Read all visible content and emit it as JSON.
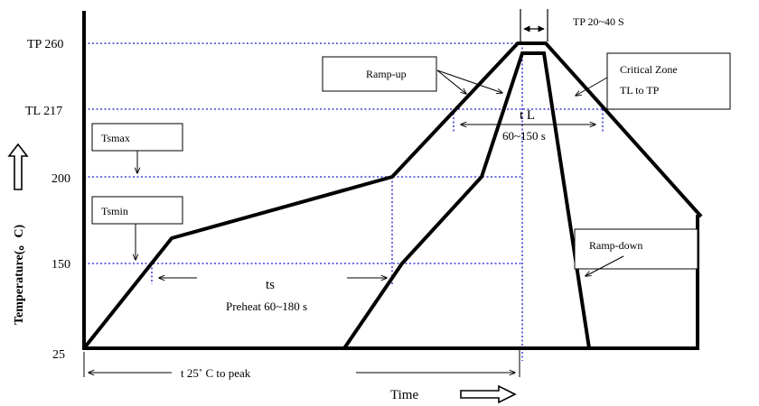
{
  "y_ticks": {
    "tp": "TP 260",
    "tl": "TL 217",
    "t200": "200",
    "t150": "150",
    "t25": "25"
  },
  "y_axis_title": "Temperature(。C)",
  "x_axis_title": "Time",
  "labels": {
    "tp_time": "TP 20~40 S",
    "ramp_up": "Ramp-up",
    "critical_zone_line1": "Critical Zone",
    "critical_zone_line2": "TL to TP",
    "tl_label": "t L",
    "tl_range": "60~150 s",
    "tsmax": "Tsmax",
    "tsmin": "Tsmin",
    "ts": "ts",
    "preheat": "Preheat 60~180 s",
    "ramp_down": "Ramp-down",
    "t25_to_peak": "t 25˚ C to peak"
  },
  "colors": {
    "curve": "#000000",
    "guides": "#1a1ad0"
  },
  "icons": {
    "y_axis_arrow": "outline-up-arrow-icon",
    "x_axis_arrow": "outline-right-arrow-icon"
  }
}
